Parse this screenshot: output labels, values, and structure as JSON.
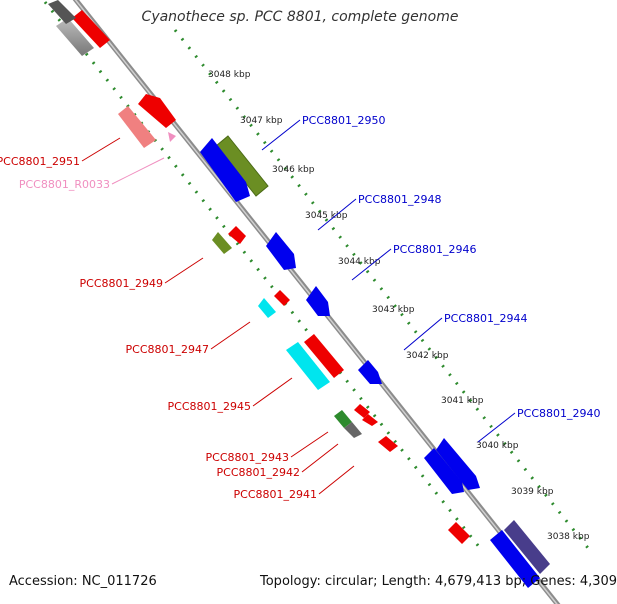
{
  "title": "Cyanothece sp. PCC 8801, complete genome",
  "footer": {
    "accession": "Accession: NC_011726",
    "topology": "Topology: circular; Length: 4,679,413 bp; Genes: 4,309"
  },
  "colors": {
    "backbone": "#8c8c8c",
    "tick_dot": "#2e8b2e",
    "forward_gene": "#0000ee",
    "reverse_gene": "#ee0000",
    "rna_gene": "#f08fc0",
    "label_blue": "#0000cc",
    "label_red": "#cc0000",
    "label_pink": "#f08fc0"
  },
  "kbp_ticks": [
    {
      "label": "3048 kbp"
    },
    {
      "label": "3047 kbp"
    },
    {
      "label": "3046 kbp"
    },
    {
      "label": "3045 kbp"
    },
    {
      "label": "3044 kbp"
    },
    {
      "label": "3043 kbp"
    },
    {
      "label": "3042 kbp"
    },
    {
      "label": "3041 kbp"
    },
    {
      "label": "3040 kbp"
    },
    {
      "label": "3039 kbp"
    },
    {
      "label": "3038 kbp"
    }
  ],
  "gene_labels_forward": [
    {
      "name": "PCC8801_2950"
    },
    {
      "name": "PCC8801_2948"
    },
    {
      "name": "PCC8801_2946"
    },
    {
      "name": "PCC8801_2944"
    },
    {
      "name": "PCC8801_2940"
    }
  ],
  "gene_labels_reverse": [
    {
      "name": "PCC8801_2951"
    },
    {
      "name": "PCC8801_R0033"
    },
    {
      "name": "PCC8801_2949"
    },
    {
      "name": "PCC8801_2947"
    },
    {
      "name": "PCC8801_2945"
    },
    {
      "name": "PCC8801_2943"
    },
    {
      "name": "PCC8801_2942"
    },
    {
      "name": "PCC8801_2941"
    }
  ]
}
